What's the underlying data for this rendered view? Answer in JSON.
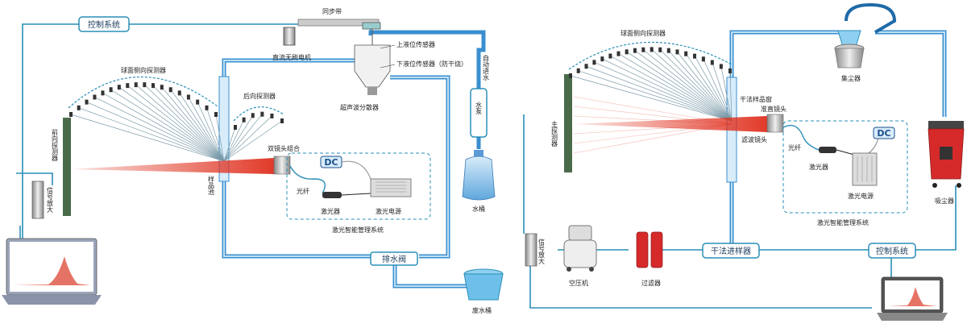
{
  "left": {
    "control_system": "控制系统",
    "sync_belt": "同步带",
    "dc_motor": "直流无刷电机",
    "upper_sensor": "上液位传感器",
    "lower_sensor": "下液位传感器（防干烧）",
    "auto_water": "自动进水",
    "sphere_detector": "球面侧向探测器",
    "back_detector": "后向探测器",
    "ultrasonic": "超声波分散器",
    "front_detector": "前向探测器",
    "signal_amp": "信号放大",
    "sample_cell": "样品池",
    "dual_lens": "双镜头组合",
    "dc": "DC",
    "fiber": "光纤",
    "laser": "激光器",
    "laser_power": "激光电源",
    "laser_mgmt": "激光智能管理系统",
    "water_pump": "水泵",
    "water_bucket": "水桶",
    "drain_valve": "排水阀",
    "waste_bucket": "废水桶"
  },
  "right": {
    "sphere_detector": "球面侧向探测器",
    "dust_collector": "集尘器",
    "dry_window": "干法样品窗",
    "collimator": "准直镜头",
    "filter_lens": "滤波镜头",
    "main_detector": "主探测器",
    "dc": "DC",
    "fiber": "光纤",
    "laser": "激光器",
    "laser_power": "激光电源",
    "laser_mgmt": "激光智能管理系统",
    "vacuum": "吸尘器",
    "signal_amp": "信号放大",
    "air_compressor": "空压机",
    "filter": "过滤器",
    "dry_sampler": "干法进样器",
    "control_system": "控制系统"
  },
  "colors": {
    "pipe": "#3a8fd0",
    "wire": "#2a8fb8",
    "laser": "#e0301e",
    "detector": "#4a6b4a"
  }
}
